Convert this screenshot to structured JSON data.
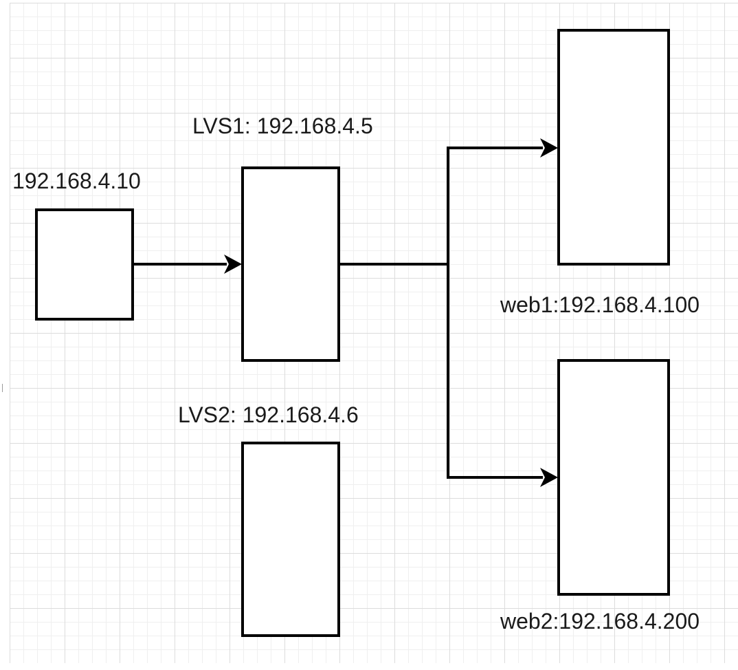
{
  "diagram": {
    "nodes": {
      "client": {
        "label": "192.168.4.10"
      },
      "lvs1": {
        "label": "LVS1: 192.168.4.5"
      },
      "lvs2": {
        "label": "LVS2: 192.168.4.6"
      },
      "web1": {
        "label": "web1:192.168.4.100"
      },
      "web2": {
        "label": "web2:192.168.4.200"
      }
    },
    "edges": [
      {
        "from": "client",
        "to": "lvs1",
        "arrow": true
      },
      {
        "from": "lvs1",
        "to": "web1",
        "arrow": true
      },
      {
        "from": "lvs1",
        "to": "web2",
        "arrow": true
      }
    ],
    "colors": {
      "stroke": "#000000",
      "fill": "#ffffff",
      "grid_major": "#dcdcdc",
      "grid_minor": "#efefef"
    }
  }
}
